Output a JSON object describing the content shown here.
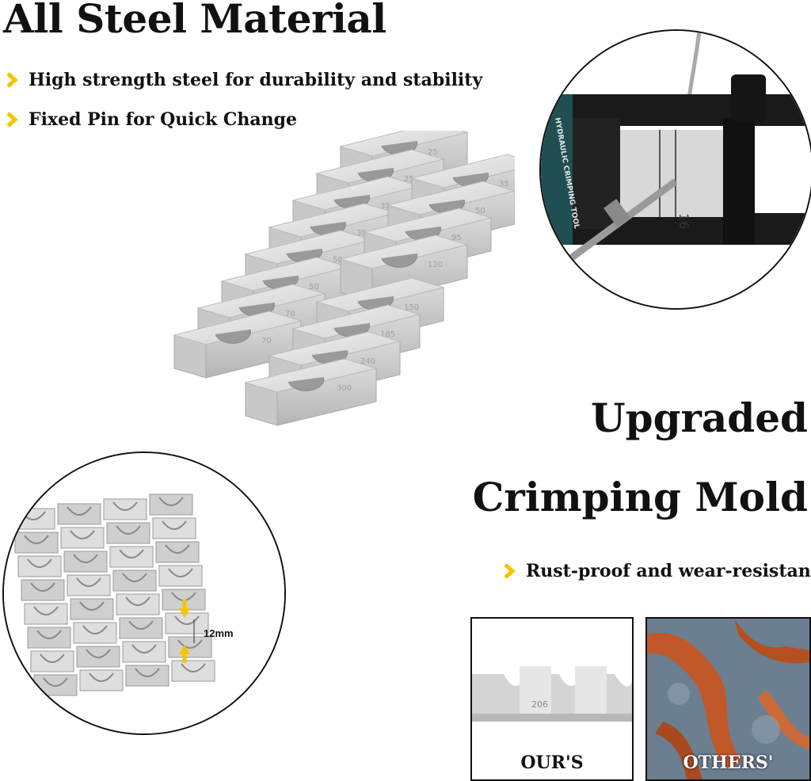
{
  "header": {
    "title": "All Steel Material",
    "bullets": [
      "High strength steel for durability and stability",
      "Fixed Pin for Quick Change"
    ]
  },
  "feature": {
    "line1": "Upgraded",
    "line2": "Crimping Mold",
    "bullet": "Rust-proof and wear-resistant"
  },
  "tool_label": "HYDRAULIC CRIMPING TOOL",
  "tool_die_number": "16",
  "dimension_label": "12mm",
  "mold_sizes": [
    "25",
    "35",
    "50",
    "70",
    "95",
    "120",
    "150",
    "185",
    "240",
    "300"
  ],
  "comparison": {
    "ours_label": "OUR'S",
    "others_label": "OTHERS'",
    "ours_die_number": "206"
  },
  "colors": {
    "accent": "#f5c400",
    "text": "#111111",
    "rust": "#c0582a"
  }
}
